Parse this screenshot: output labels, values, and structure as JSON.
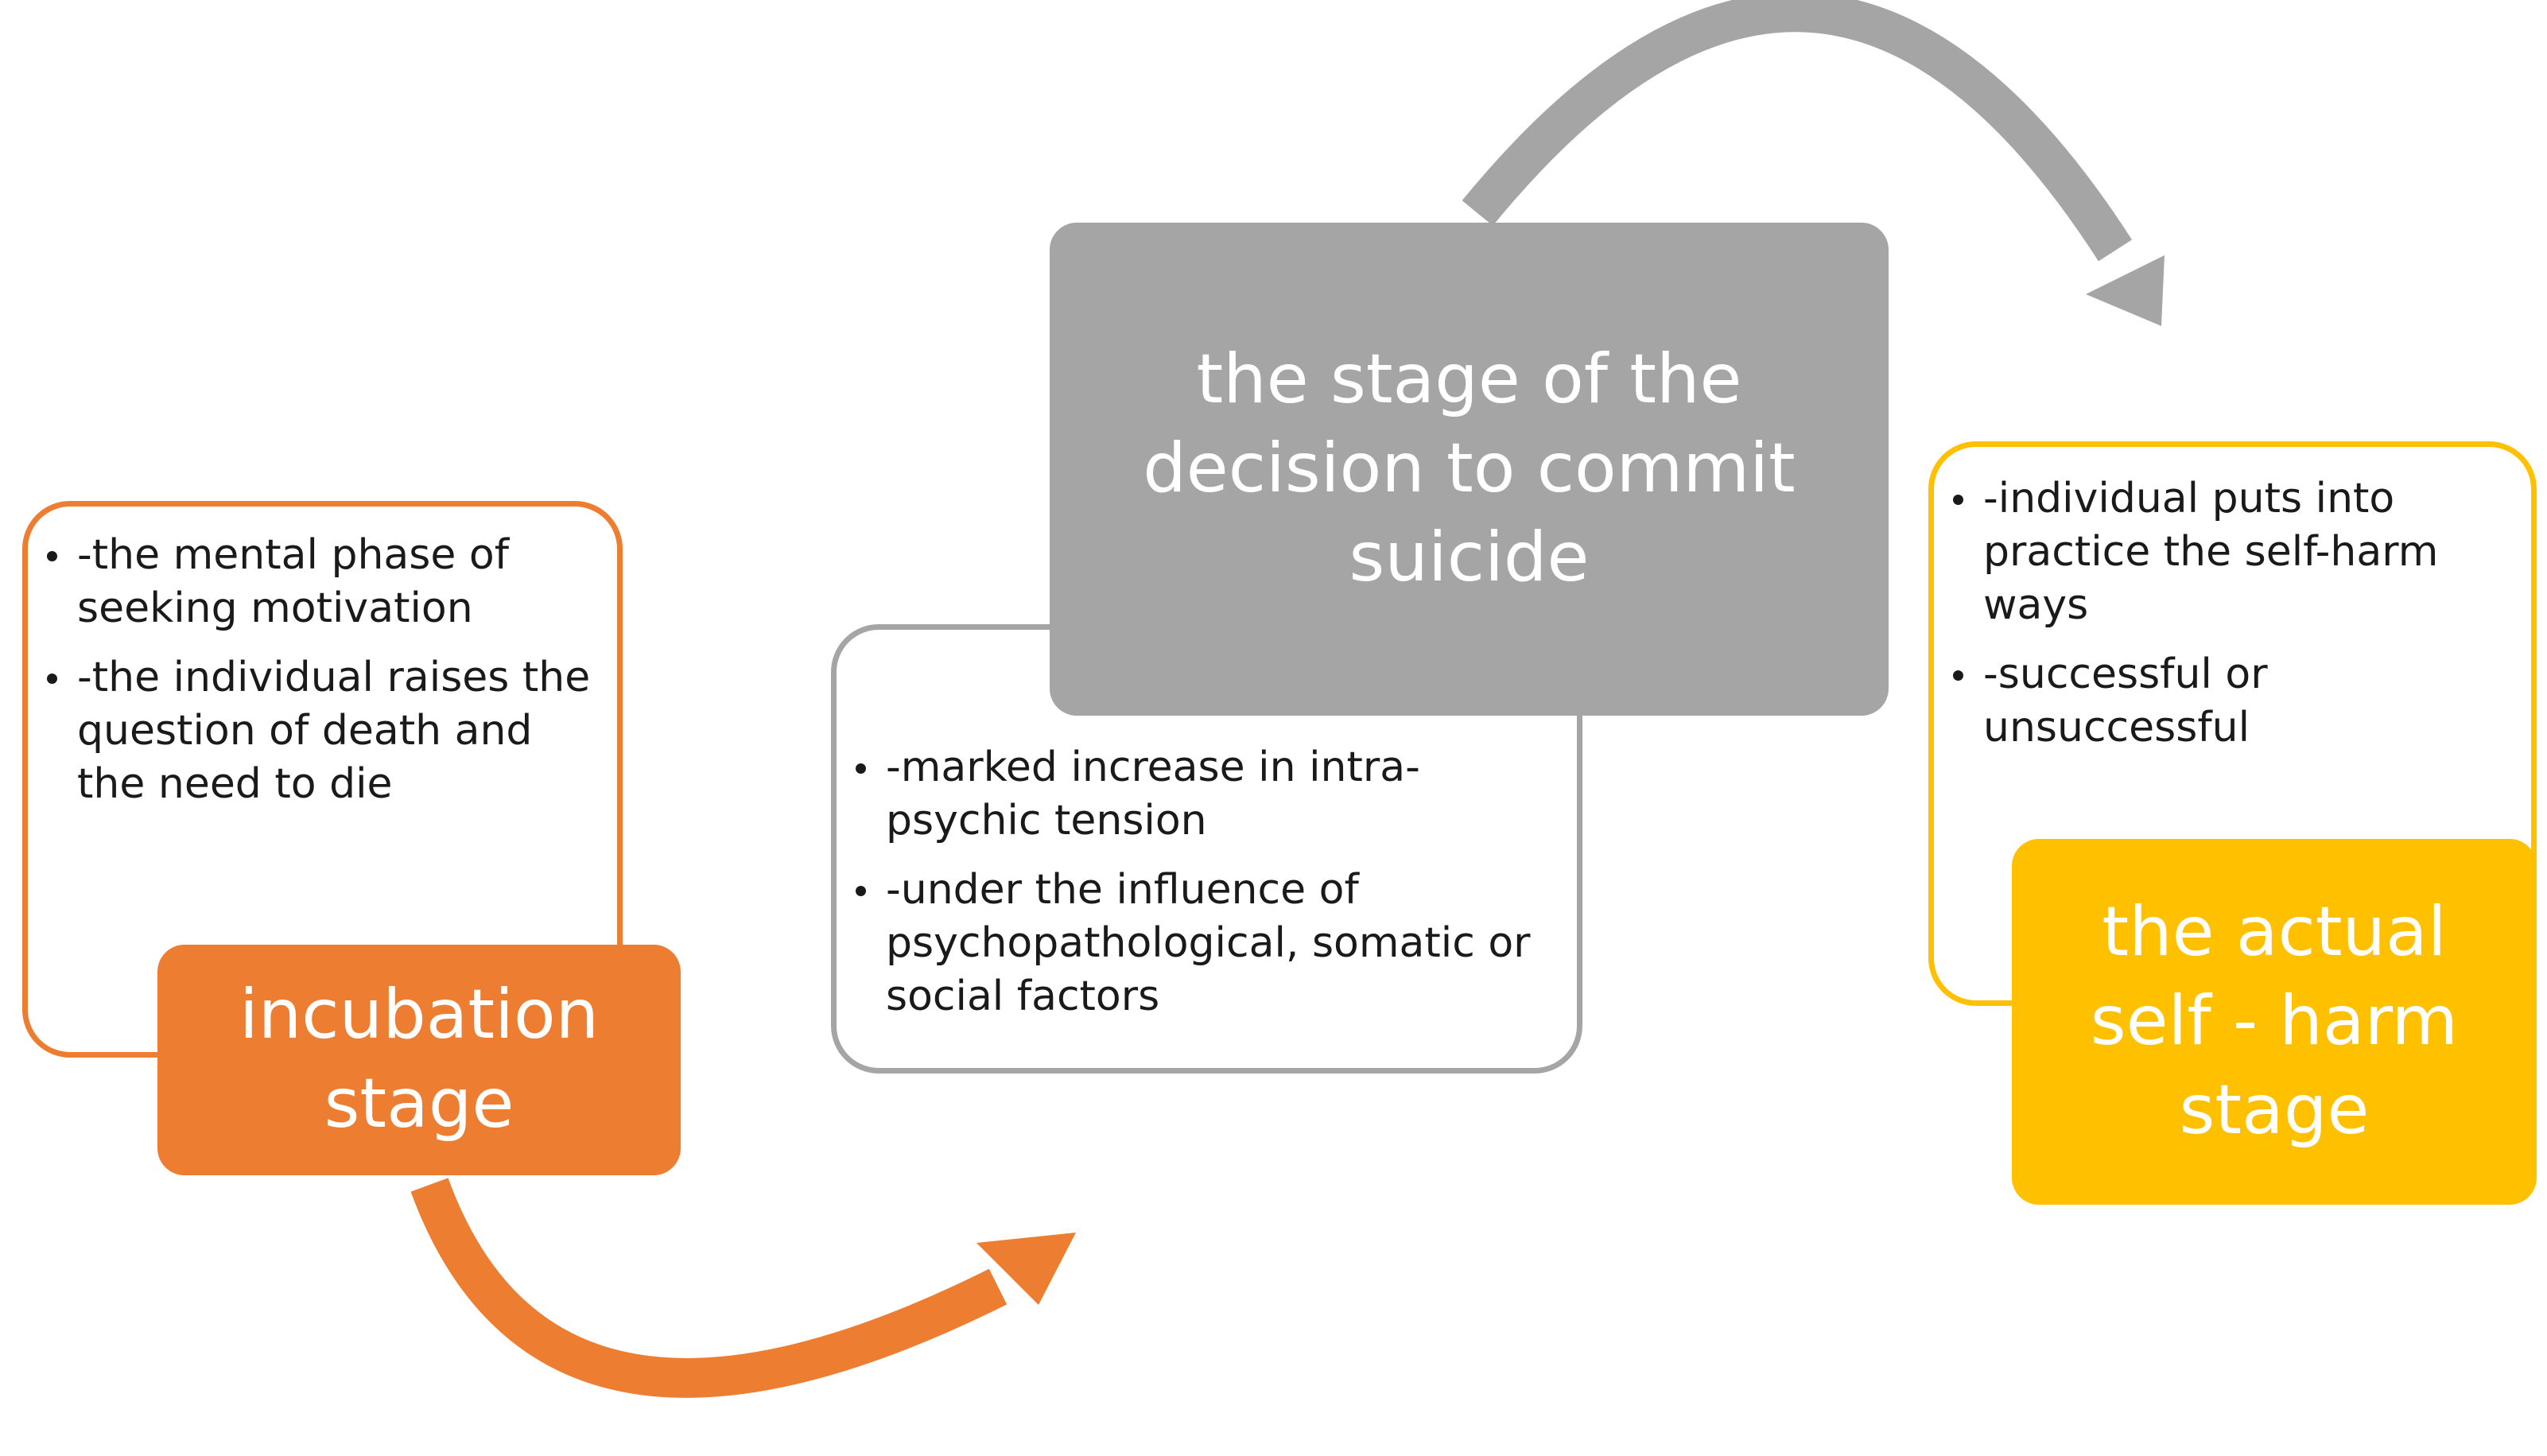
{
  "stages": [
    {
      "title": "incubation stage",
      "color": "#ED7D31",
      "bullets": [
        "-the mental phase of seeking motivation",
        "-the individual raises the question of death and the need to die"
      ]
    },
    {
      "title": "the stage of the decision to commit suicide",
      "color": "#A5A5A5",
      "bullets": [
        "-marked increase in intra-psychic tension",
        "-under the influence of psychopathological, somatic or social factors"
      ]
    },
    {
      "title": "the actual self - harm stage",
      "color": "#FFC000",
      "bullets": [
        "-individual puts into practice the self-harm ways",
        "-successful or unsuccessful"
      ]
    }
  ],
  "arrow_colors": [
    "#ED7D31",
    "#A5A5A5"
  ]
}
